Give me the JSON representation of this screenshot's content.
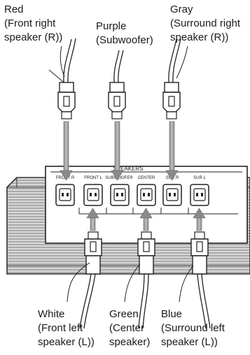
{
  "callouts": {
    "front_right": {
      "color": "Red",
      "line2": "(Front right",
      "line3": "speaker (R))"
    },
    "subwoofer": {
      "color": "Purple",
      "line2": "(Subwoofer)"
    },
    "surround_right": {
      "color": "Gray",
      "line2": "(Surround right",
      "line3": "speaker (R))"
    },
    "front_left": {
      "color": "White",
      "line2": "(Front left",
      "line3": "speaker (L))"
    },
    "center": {
      "color": "Green",
      "line2": "(Center",
      "line3": "speaker)"
    },
    "surround_left": {
      "color": "Blue",
      "line2": "(Surround left",
      "line3": "speaker (L))"
    }
  },
  "panel": {
    "title": "SPEAKERS",
    "jacks": [
      "FRONT R",
      "FRONT L",
      "SUBWOOFER",
      "CENTER",
      "SUR R",
      "SUR L"
    ]
  }
}
